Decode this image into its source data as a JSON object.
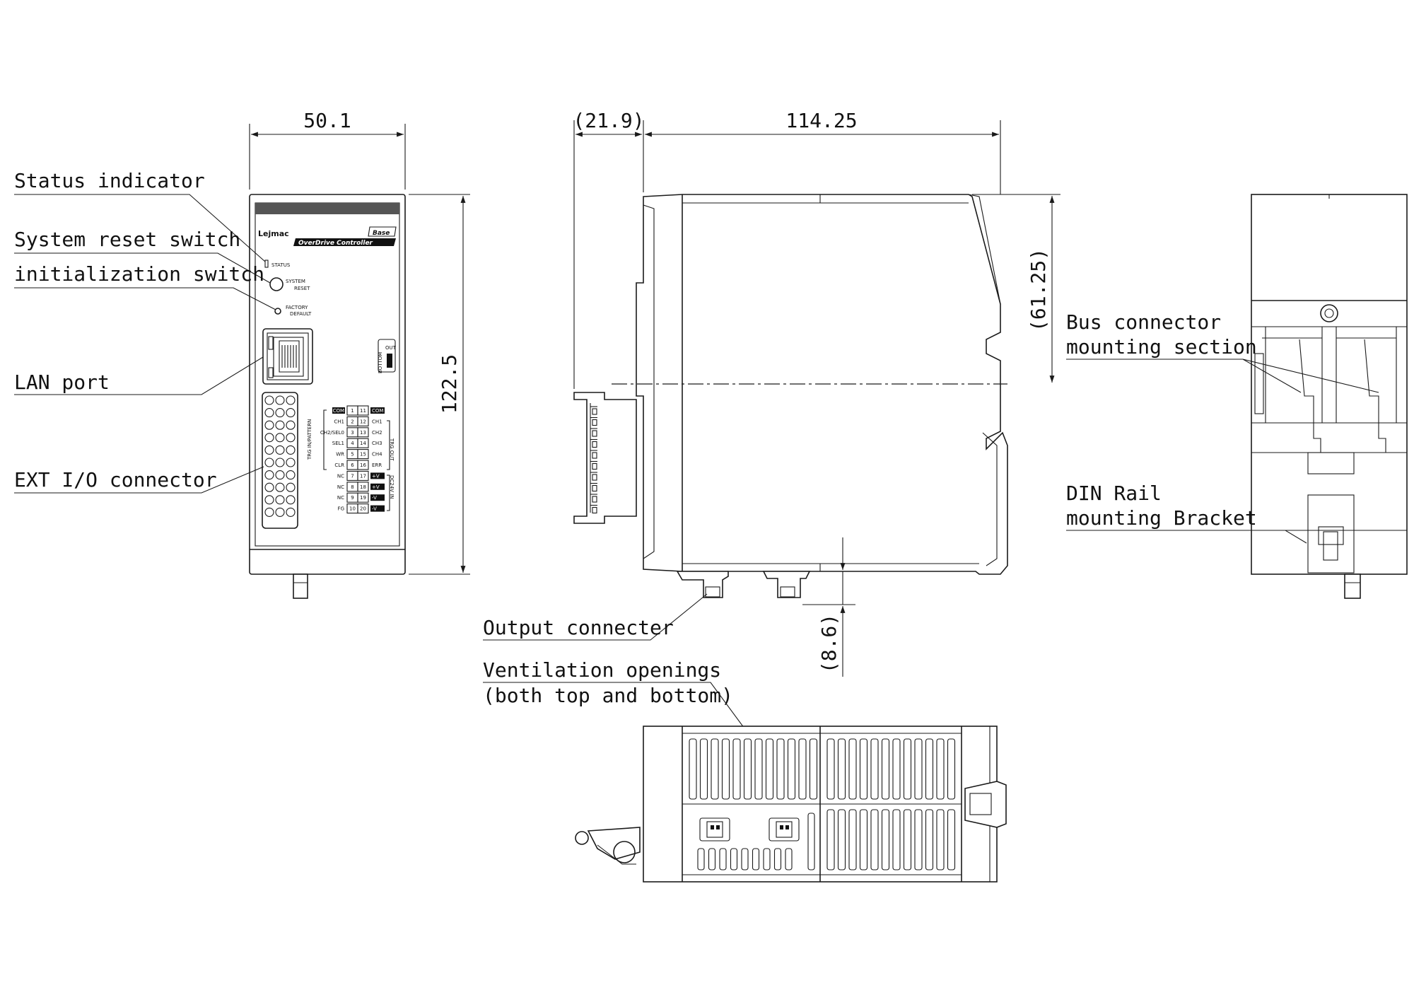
{
  "callouts": {
    "status_indicator": "Status indicator",
    "system_reset_switch": "System reset switch",
    "initialization_switch": "initialization switch",
    "lan_port": "LAN port",
    "ext_io_connector": "EXT I/O connector",
    "bus_connector_l1": "Bus connector",
    "bus_connector_l2": "mounting section",
    "din_rail_l1": "DIN Rail",
    "din_rail_l2": "mounting Bracket",
    "output_connector": "Output connecter",
    "ventilation_l1": "Ventilation openings",
    "ventilation_l2": "(both top and bottom)"
  },
  "dimensions": {
    "front_width": "50.1",
    "front_height": "122.5",
    "side_overhang": "(21.9)",
    "side_depth": "114.25",
    "side_center_height": "(61.25)",
    "side_connector_depth": "(8.6)"
  },
  "panel": {
    "brand": "Lejmac",
    "badge": "Base",
    "product": "OverDrive Controller",
    "status_label": "STATUS",
    "system_reset_label_1": "SYSTEM",
    "system_reset_label_2": "RESET",
    "factory_label_1": "FACTORY",
    "factory_label_2": "DEFAULT",
    "bottom_label": "BOTTOM",
    "out_label": "OUT",
    "trg_in_label": "TRG IN/PATTERN",
    "trg_out_label": "TRG OUT",
    "dc24v_label": "DC24V IN",
    "io_rows": [
      {
        "left": "COM",
        "a": "1",
        "b": "11",
        "right": "COM"
      },
      {
        "left": "CH1",
        "a": "2",
        "b": "12",
        "right": "CH1"
      },
      {
        "left": "CH2/SEL0",
        "a": "3",
        "b": "13",
        "right": "CH2"
      },
      {
        "left": "SEL1",
        "a": "4",
        "b": "14",
        "right": "CH3"
      },
      {
        "left": "WR",
        "a": "5",
        "b": "15",
        "right": "CH4"
      },
      {
        "left": "CLR",
        "a": "6",
        "b": "16",
        "right": "ERR"
      },
      {
        "left": "NC",
        "a": "7",
        "b": "17",
        "right": "+V"
      },
      {
        "left": "NC",
        "a": "8",
        "b": "18",
        "right": "+V"
      },
      {
        "left": "NC",
        "a": "9",
        "b": "19",
        "right": "-V"
      },
      {
        "left": "FG",
        "a": "10",
        "b": "20",
        "right": "-V"
      }
    ]
  }
}
